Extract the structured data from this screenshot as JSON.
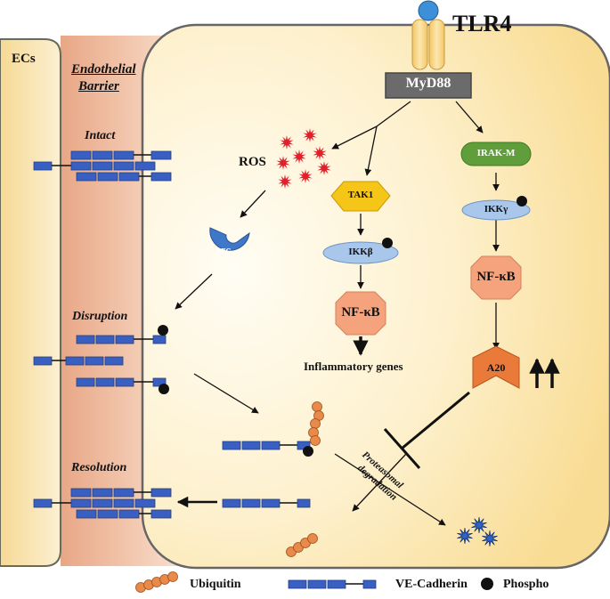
{
  "labels": {
    "tlr4": "TLR4",
    "myd88": "MyD88",
    "ecs": "ECs",
    "endothelial_barrier_line1": "Endothelial",
    "endothelial_barrier_line2": "Barrier",
    "intact": "Intact",
    "disruption": "Disruption",
    "resolution": "Resolution",
    "ros": "ROS",
    "src": "src",
    "tak1": "TAK1",
    "ikk_beta": "IKKβ",
    "nfkb_left": "NF-κB",
    "inflammatory_genes": "Inflammatory genes",
    "irak_m": "IRAK-M",
    "ikk_gamma": "IKKγ",
    "nfkb_right": "NF-κB",
    "a20": "A20",
    "proteasomal_line1": "Proteasomal",
    "proteasomal_line2": "degradation"
  },
  "legend": {
    "ubiquitin": "Ubiquitin",
    "ve_cadherin": "VE-Cadherin",
    "phospho": "Phospho"
  },
  "colors": {
    "cell_fill": "#fbe3a6",
    "barrier_fill": "#eeb394",
    "ec_fill": "#fae6b8",
    "myd88": "#6e6e6e",
    "cadherin": "#3a5fc2",
    "tak1": "#f5c518",
    "ikk": "#a9c7ea",
    "nfkb": "#f4a37c",
    "irak_m": "#5f9e3a",
    "a20": "#ea7a3a",
    "src": "#3f78c8",
    "ros": "#e0202a",
    "tlr4": "#f5d27e",
    "tlr4_ligand": "#3d8fd8",
    "ubiquitin": "#e88a4a"
  }
}
